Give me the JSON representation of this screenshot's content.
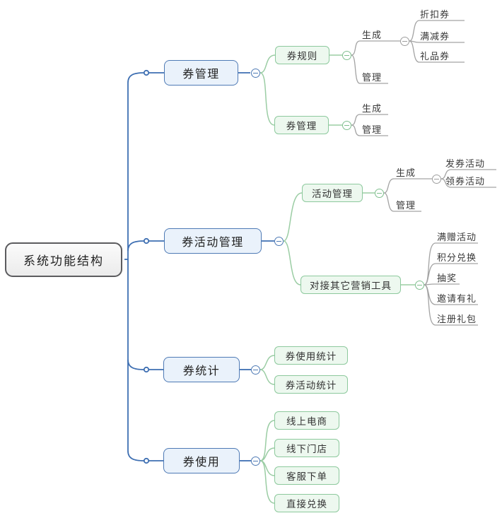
{
  "mindmap": {
    "root": {
      "label": "系统功能结构"
    },
    "branches": [
      {
        "label": "券管理",
        "children": [
          {
            "label": "券规则",
            "children": [
              {
                "label": "生成",
                "children": [
                  {
                    "label": "折扣券"
                  },
                  {
                    "label": "满减券"
                  },
                  {
                    "label": "礼品券"
                  }
                ]
              },
              {
                "label": "管理"
              }
            ]
          },
          {
            "label": "券管理",
            "children": [
              {
                "label": "生成"
              },
              {
                "label": "管理"
              }
            ]
          }
        ]
      },
      {
        "label": "券活动管理",
        "children": [
          {
            "label": "活动管理",
            "children": [
              {
                "label": "生成",
                "children": [
                  {
                    "label": "发券活动"
                  },
                  {
                    "label": "领券活动"
                  }
                ]
              },
              {
                "label": "管理"
              }
            ]
          },
          {
            "label": "对接其它营销工具",
            "children": [
              {
                "label": "满赠活动"
              },
              {
                "label": "积分兑换"
              },
              {
                "label": "抽奖"
              },
              {
                "label": "邀请有礼"
              },
              {
                "label": "注册礼包"
              }
            ]
          }
        ]
      },
      {
        "label": "券统计",
        "children": [
          {
            "label": "券使用统计"
          },
          {
            "label": "券活动统计"
          }
        ]
      },
      {
        "label": "券使用",
        "children": [
          {
            "label": "线上电商"
          },
          {
            "label": "线下门店"
          },
          {
            "label": "客服下单"
          },
          {
            "label": "直接兑换"
          }
        ]
      }
    ],
    "colors": {
      "level1_border": "#4e7ab5",
      "level1_fill": "#eaf2fb",
      "level2_border": "#8dc99d",
      "level2_fill": "#edf8ef",
      "root_border": "#5b5b5e",
      "branch_line_blue": "#3e6fb2",
      "branch_line_green": "#9bcda4",
      "branch_line_gray": "#a3a3a3"
    }
  }
}
